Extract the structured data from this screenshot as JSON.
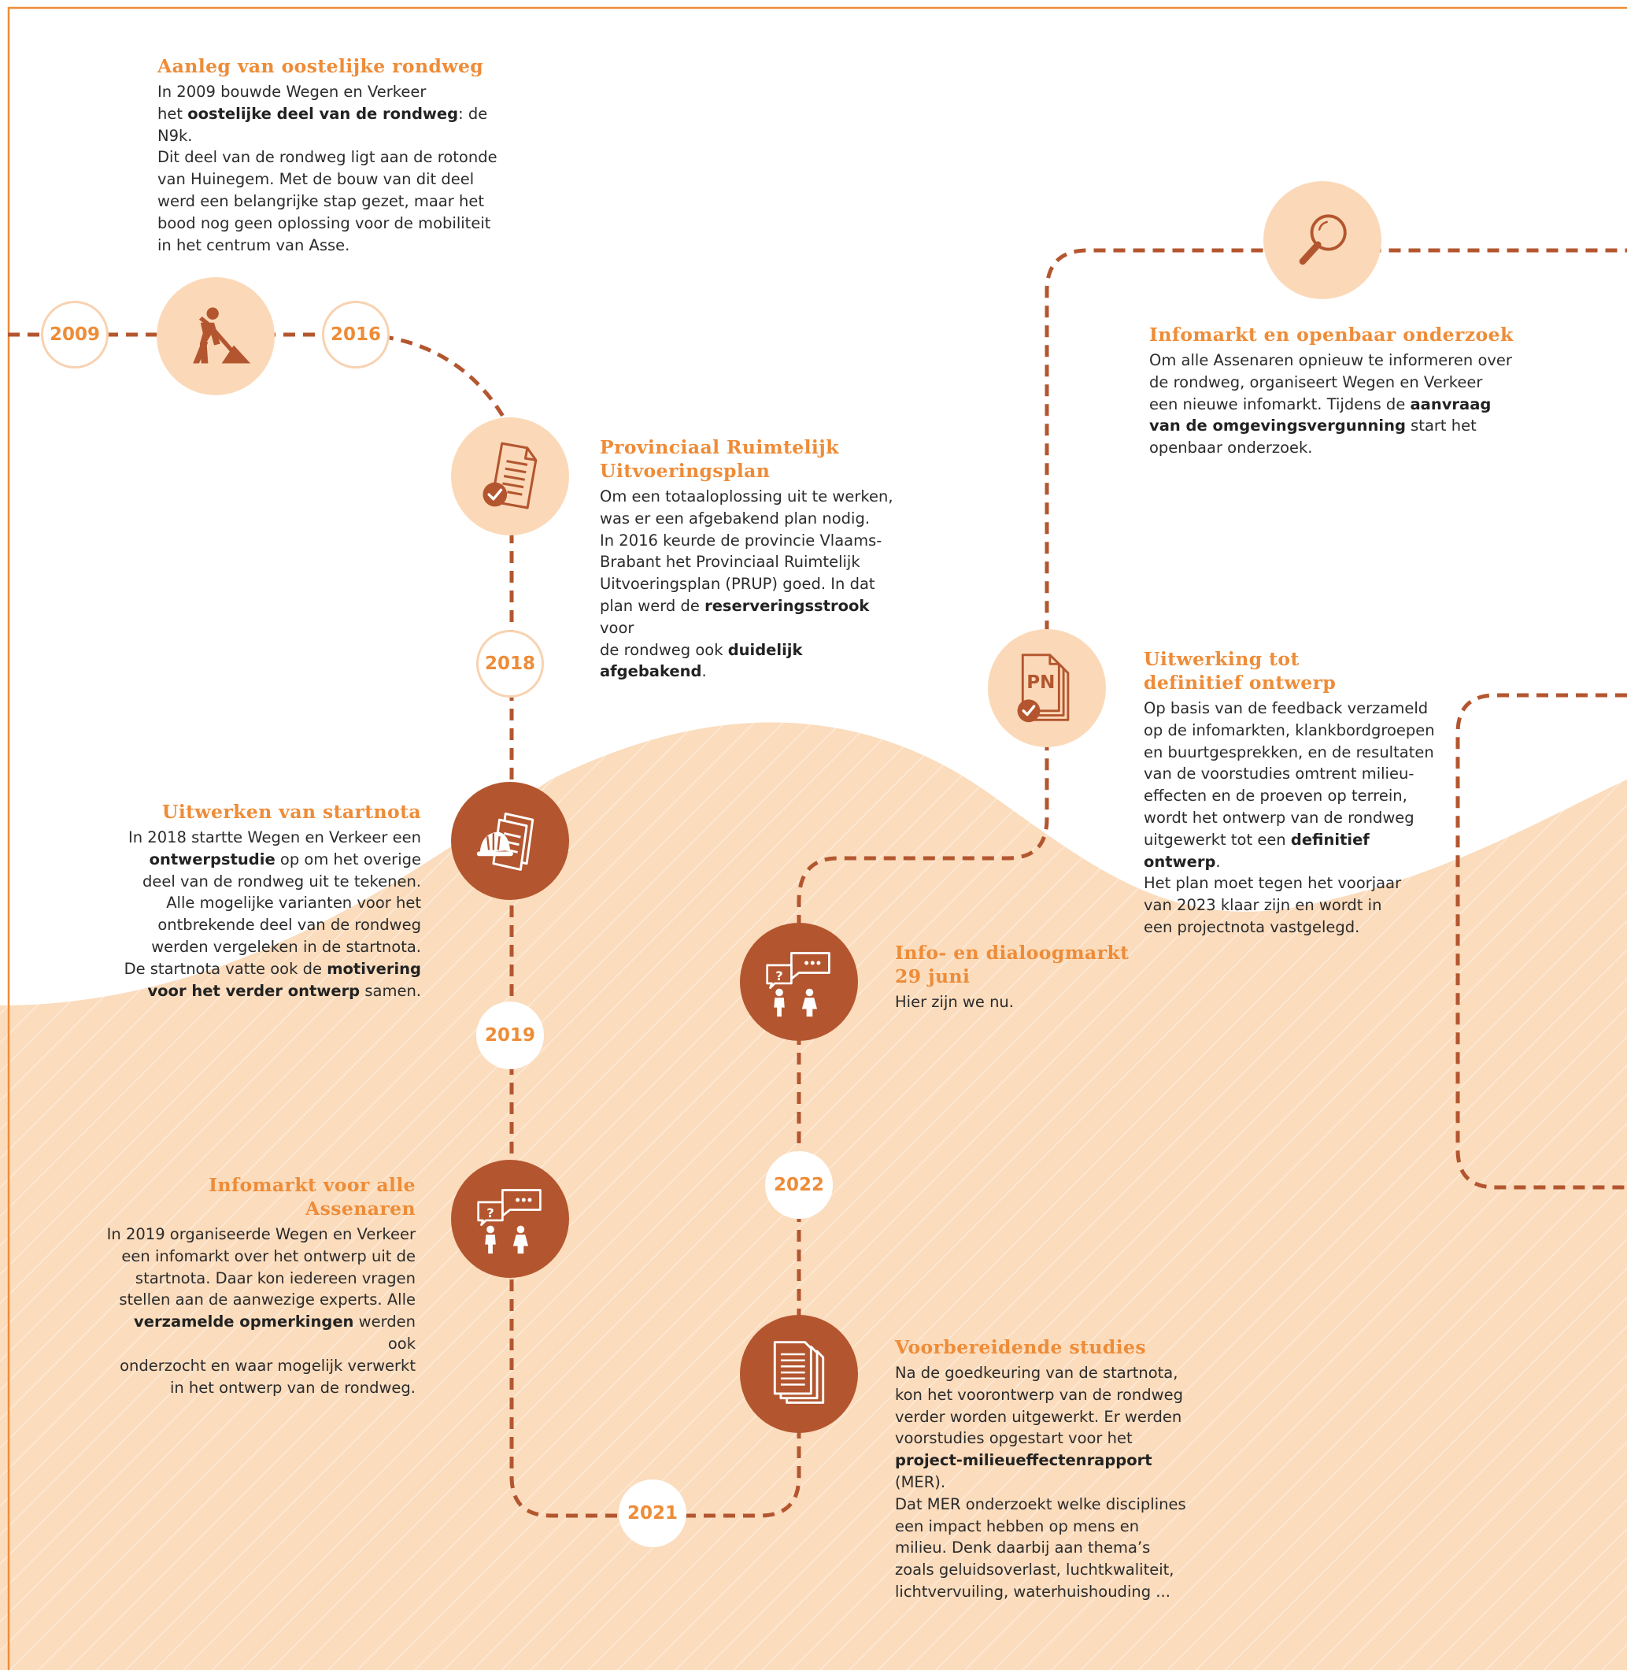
{
  "colors": {
    "accent": "#ee8c38",
    "path": "#b3562f",
    "light_circle": "#fbd9b8",
    "dark_circle": "#b3562f",
    "wave_fill": "#fbdcbd"
  },
  "years": {
    "y2009": "2009",
    "y2016": "2016",
    "y2018": "2018",
    "y2019": "2019",
    "y2021": "2021",
    "y2022": "2022"
  },
  "icons": {
    "roadworks": "worker-digging-icon",
    "plan": "document-check-icon",
    "startnota": "helmet-documents-icon",
    "infomarkt": "dialogue-people-icon",
    "studies": "stacked-documents-icon",
    "dialoogmarkt": "dialogue-people-icon",
    "projectnota": "pn-document-check-icon",
    "onderzoek": "magnifier-icon"
  },
  "steps": {
    "aanleg": {
      "title": "Aanleg van oostelijke rondweg",
      "t1": "In 2009 bouwde Wegen en Verkeer",
      "t2": "het ",
      "b1": "oostelijke deel van de rondweg",
      "t3": ": de N9k.",
      "t4": "Dit deel van de rondweg ligt aan de rotonde",
      "t5": "van Huinegem. Met de bouw van dit deel",
      "t6": "werd een belangrijke stap gezet, maar het",
      "t7": "bood nog geen oplossing voor de mobiliteit",
      "t8": "in het centrum van Asse."
    },
    "prup": {
      "title1": "Provinciaal Ruimtelijk",
      "title2": "Uitvoeringsplan",
      "t1": "Om een totaaloplossing uit te werken,",
      "t2": "was er een afgebakend plan nodig.",
      "t3": "In 2016 keurde de provincie Vlaams-",
      "t4": "Brabant het Provinciaal Ruimtelijk",
      "t5": "Uitvoeringsplan (PRUP) goed. In dat",
      "t6": "plan werd de ",
      "b1": "reserveringsstrook",
      "t7": " voor",
      "t8": "de rondweg ook ",
      "b2": "duidelijk afgebakend",
      "t9": "."
    },
    "startnota": {
      "title": "Uitwerken van startnota",
      "t1": "In 2018 startte Wegen en Verkeer een",
      "b1": "ontwerpstudie",
      "t2": " op om het overige",
      "t3": "deel van de rondweg uit te tekenen.",
      "t4": "Alle mogelijke varianten voor het",
      "t5": "ontbrekende deel van de rondweg",
      "t6": "werden vergeleken in de startnota.",
      "t7": "De startnota vatte ook de ",
      "b2": "motivering",
      "b3": "voor het verder ontwerp",
      "t8": " samen."
    },
    "infomarkt": {
      "title": "Infomarkt voor alle Assenaren",
      "t1": "In 2019 organiseerde Wegen en Verkeer",
      "t2": "een infomarkt over het ontwerp uit de",
      "t3": "startnota. Daar kon iedereen vragen",
      "t4": "stellen aan de aanwezige experts. Alle",
      "b1": "verzamelde opmerkingen",
      "t5": " werden ook",
      "t6": "onderzocht en waar mogelijk verwerkt",
      "t7": "in het ontwerp van de rondweg."
    },
    "studies": {
      "title": "Voorbereidende studies",
      "t1": "Na de goedkeuring van de startnota,",
      "t2": "kon het voorontwerp van de rondweg",
      "t3": "verder worden uitgewerkt. Er werden",
      "t4": "voorstudies opgestart voor het",
      "b1": "project-milieueffectenrapport",
      "t5": " (MER).",
      "t6": "Dat MER onderzoekt welke disciplines",
      "t7": "een impact hebben op mens en",
      "t8": "milieu. Denk daarbij aan thema’s",
      "t9": "zoals geluidsoverlast, luchtkwaliteit,",
      "t10": "lichtvervuiling, waterhuishouding ..."
    },
    "dialoog": {
      "title1": "Info- en dialoogmarkt",
      "title2": "29 juni",
      "t1": "Hier zijn we nu."
    },
    "definitief": {
      "title1": "Uitwerking tot",
      "title2": "definitief ontwerp",
      "t1": "Op basis van de feedback verzameld",
      "t2": "op de infomarkten, klankbordgroepen",
      "t3": "en buurtgesprekken, en de resultaten",
      "t4": "van de voorstudies omtrent milieu-",
      "t5": "effecten en de proeven op terrein,",
      "t6": "wordt het ontwerp van de rondweg",
      "t7": "uitgewerkt tot een ",
      "b1": "definitief ontwerp",
      "t8": ".",
      "t9": "Het plan moet tegen het voorjaar",
      "t10": "van 2023 klaar zijn en wordt in",
      "t11": "een projectnota vastgelegd."
    },
    "openbaar": {
      "title": "Infomarkt en openbaar onderzoek",
      "t1": "Om alle Assenaren opnieuw te informeren over",
      "t2": "de rondweg, organiseert Wegen en Verkeer",
      "t3": "een nieuwe infomarkt. Tijdens de ",
      "b1": "aanvraag",
      "b2": "van de omgevingsvergunning",
      "t4": " start het",
      "t5": "openbaar onderzoek."
    }
  }
}
